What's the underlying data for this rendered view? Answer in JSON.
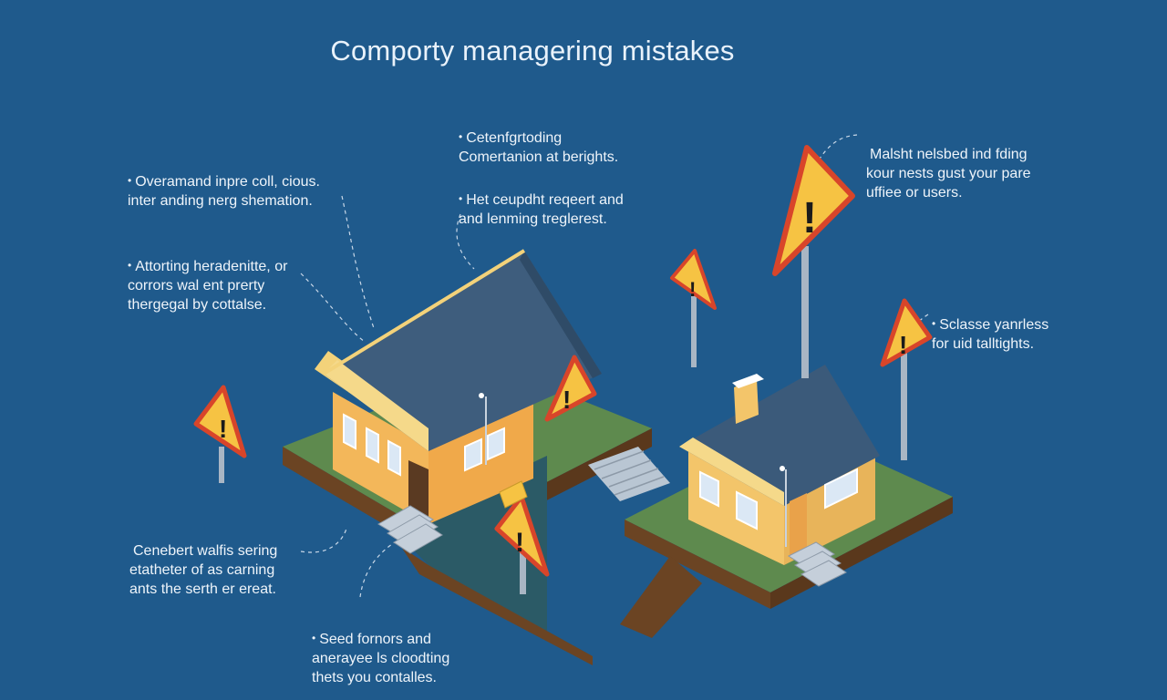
{
  "title": "Comporty managering mistakes",
  "notes": [
    {
      "id": "n1",
      "bullet": "•",
      "text": "Overamand inpre coll, cious.\n inter anding nerg shemation."
    },
    {
      "id": "n2",
      "bullet": "•",
      "text": "Attorting heradenitte, or\n corrors wal ent prerty\n thergegal by cottalse."
    },
    {
      "id": "n3",
      "bullet": "•",
      "text": "Cetenfgrtoding\nComertanion at berights."
    },
    {
      "id": "n4",
      "bullet": "•",
      "text": "Het ceupdht reqeert and\nand  lenming treglerest."
    },
    {
      "id": "n5",
      "bullet": "",
      "text": "Malsht nelsbed ind fding\nkour nests gust your pare\nuffiee or users."
    },
    {
      "id": "n6",
      "bullet": "•",
      "text": "Sclasse yanrless\nfor uid talltights."
    },
    {
      "id": "n7",
      "bullet": "",
      "text": "Cenebert walfis sering\netatheter of as carning\nants the serth er ereat."
    },
    {
      "id": "n8",
      "bullet": "•",
      "text": "Seed fornors and\nanerayee ls cloodting\nthets you contalles."
    }
  ],
  "colors": {
    "background": "#1f5a8c",
    "grass": "#5e8a4e",
    "soil": "#6b4423",
    "roof": "#3b5a7a",
    "wall": "#f3c56a",
    "sign_fill": "#f6c343",
    "sign_border": "#d8452a",
    "pole": "#a9b6c4"
  },
  "icons": [
    "warning-sign-icon",
    "house-icon"
  ]
}
